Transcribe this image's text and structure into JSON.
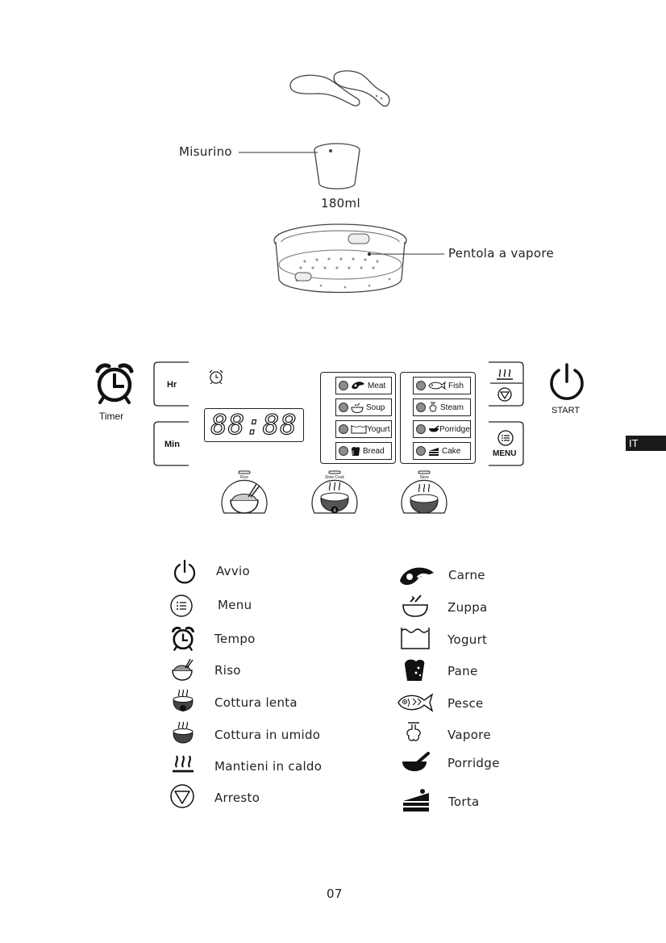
{
  "accessories": {
    "cup_label": "Misurino",
    "cup_volume": "180ml",
    "steamer_label": "Pentola a vapore"
  },
  "panel": {
    "timer_label": "Timer",
    "hr_label": "Hr",
    "min_label": "Min",
    "display_value": "88:88",
    "start_label": "START",
    "menu_label": "MENU",
    "programs_left": [
      {
        "label": "Meat",
        "icon": "meat-icon"
      },
      {
        "label": "Soup",
        "icon": "soup-icon"
      },
      {
        "label": "Yogurt",
        "icon": "yogurt-icon"
      },
      {
        "label": "Bread",
        "icon": "bread-icon"
      }
    ],
    "programs_right": [
      {
        "label": "Fish",
        "icon": "fish-icon"
      },
      {
        "label": "Steam",
        "icon": "steam-icon"
      },
      {
        "label": "Porridge",
        "icon": "porridge-icon"
      },
      {
        "label": "Cake",
        "icon": "cake-icon"
      }
    ],
    "dials": [
      {
        "label": "Rice",
        "icon": "rice-bowl-icon"
      },
      {
        "label": "Slow Cook",
        "icon": "slow-cook-icon"
      },
      {
        "label": "Stew",
        "icon": "stew-icon"
      }
    ]
  },
  "legend_left": [
    {
      "icon": "power-icon",
      "label": "Avvio"
    },
    {
      "icon": "menu-icon",
      "label": "Menu"
    },
    {
      "icon": "alarm-clock-icon",
      "label": "Tempo"
    },
    {
      "icon": "rice-bowl-icon",
      "label": "Riso"
    },
    {
      "icon": "slow-cook-icon",
      "label": "Cottura lenta"
    },
    {
      "icon": "stew-icon",
      "label": "Cottura in umido"
    },
    {
      "icon": "keep-warm-icon",
      "label": "Mantieni in caldo"
    },
    {
      "icon": "stop-icon",
      "label": "Arresto"
    }
  ],
  "legend_right": [
    {
      "icon": "meat-icon",
      "label": "Carne"
    },
    {
      "icon": "soup-icon",
      "label": "Zuppa"
    },
    {
      "icon": "yogurt-icon",
      "label": "Yogurt"
    },
    {
      "icon": "bread-icon",
      "label": "Pane"
    },
    {
      "icon": "fish-icon",
      "label": "Pesce"
    },
    {
      "icon": "steam-icon",
      "label": "Vapore"
    },
    {
      "icon": "porridge-icon",
      "label": "Porridge"
    },
    {
      "icon": "cake-icon",
      "label": "Torta"
    }
  ],
  "language_tab": "IT",
  "page_number": "07"
}
